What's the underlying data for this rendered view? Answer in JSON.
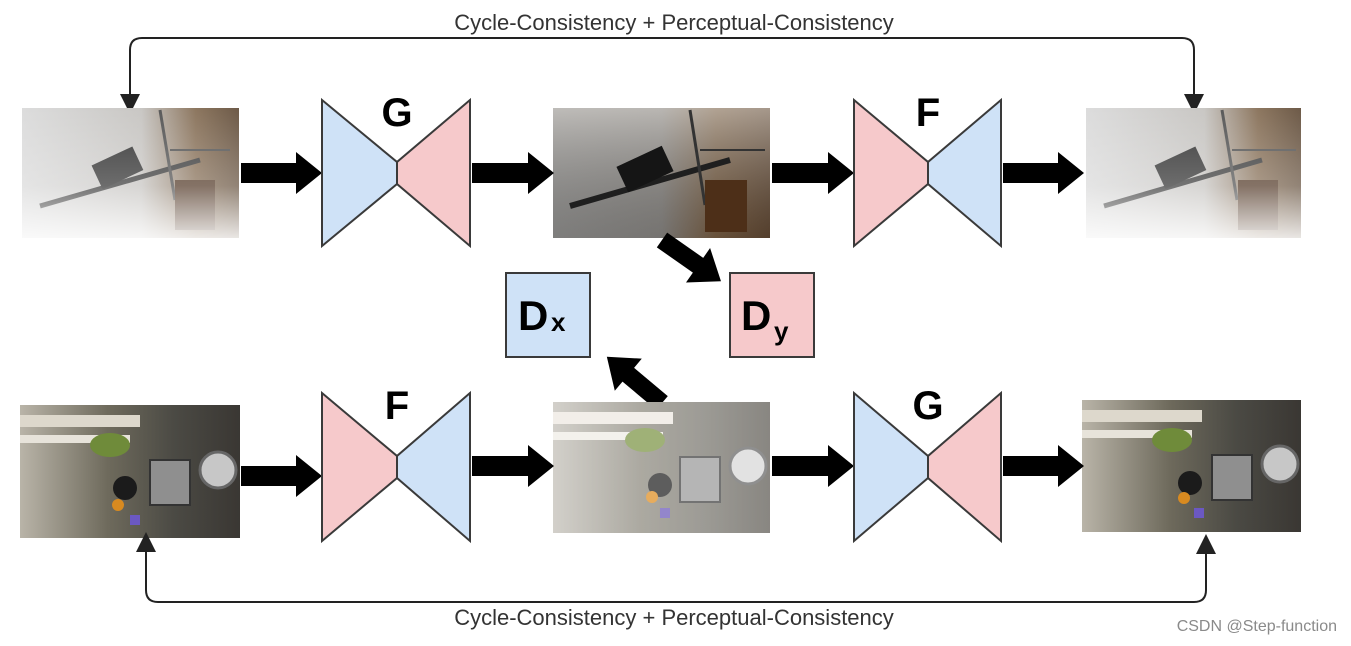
{
  "captions": {
    "top": "Cycle-Consistency + Perceptual-Consistency",
    "bottom": "Cycle-Consistency + Perceptual-Consistency"
  },
  "networks": {
    "top_first": "G",
    "top_second": "F",
    "bottom_first": "F",
    "bottom_second": "G"
  },
  "discriminators": {
    "dx": {
      "letter": "D",
      "subscript": "x",
      "fill": "#cfe2f7"
    },
    "dy": {
      "letter": "D",
      "subscript": "y",
      "fill": "#f6c9cb"
    }
  },
  "colors": {
    "blue": "#cfe2f7",
    "pink": "#f6c9cb",
    "outline": "#3a3a3a",
    "arrow": "#000000"
  },
  "watermark": "CSDN @Step-function"
}
